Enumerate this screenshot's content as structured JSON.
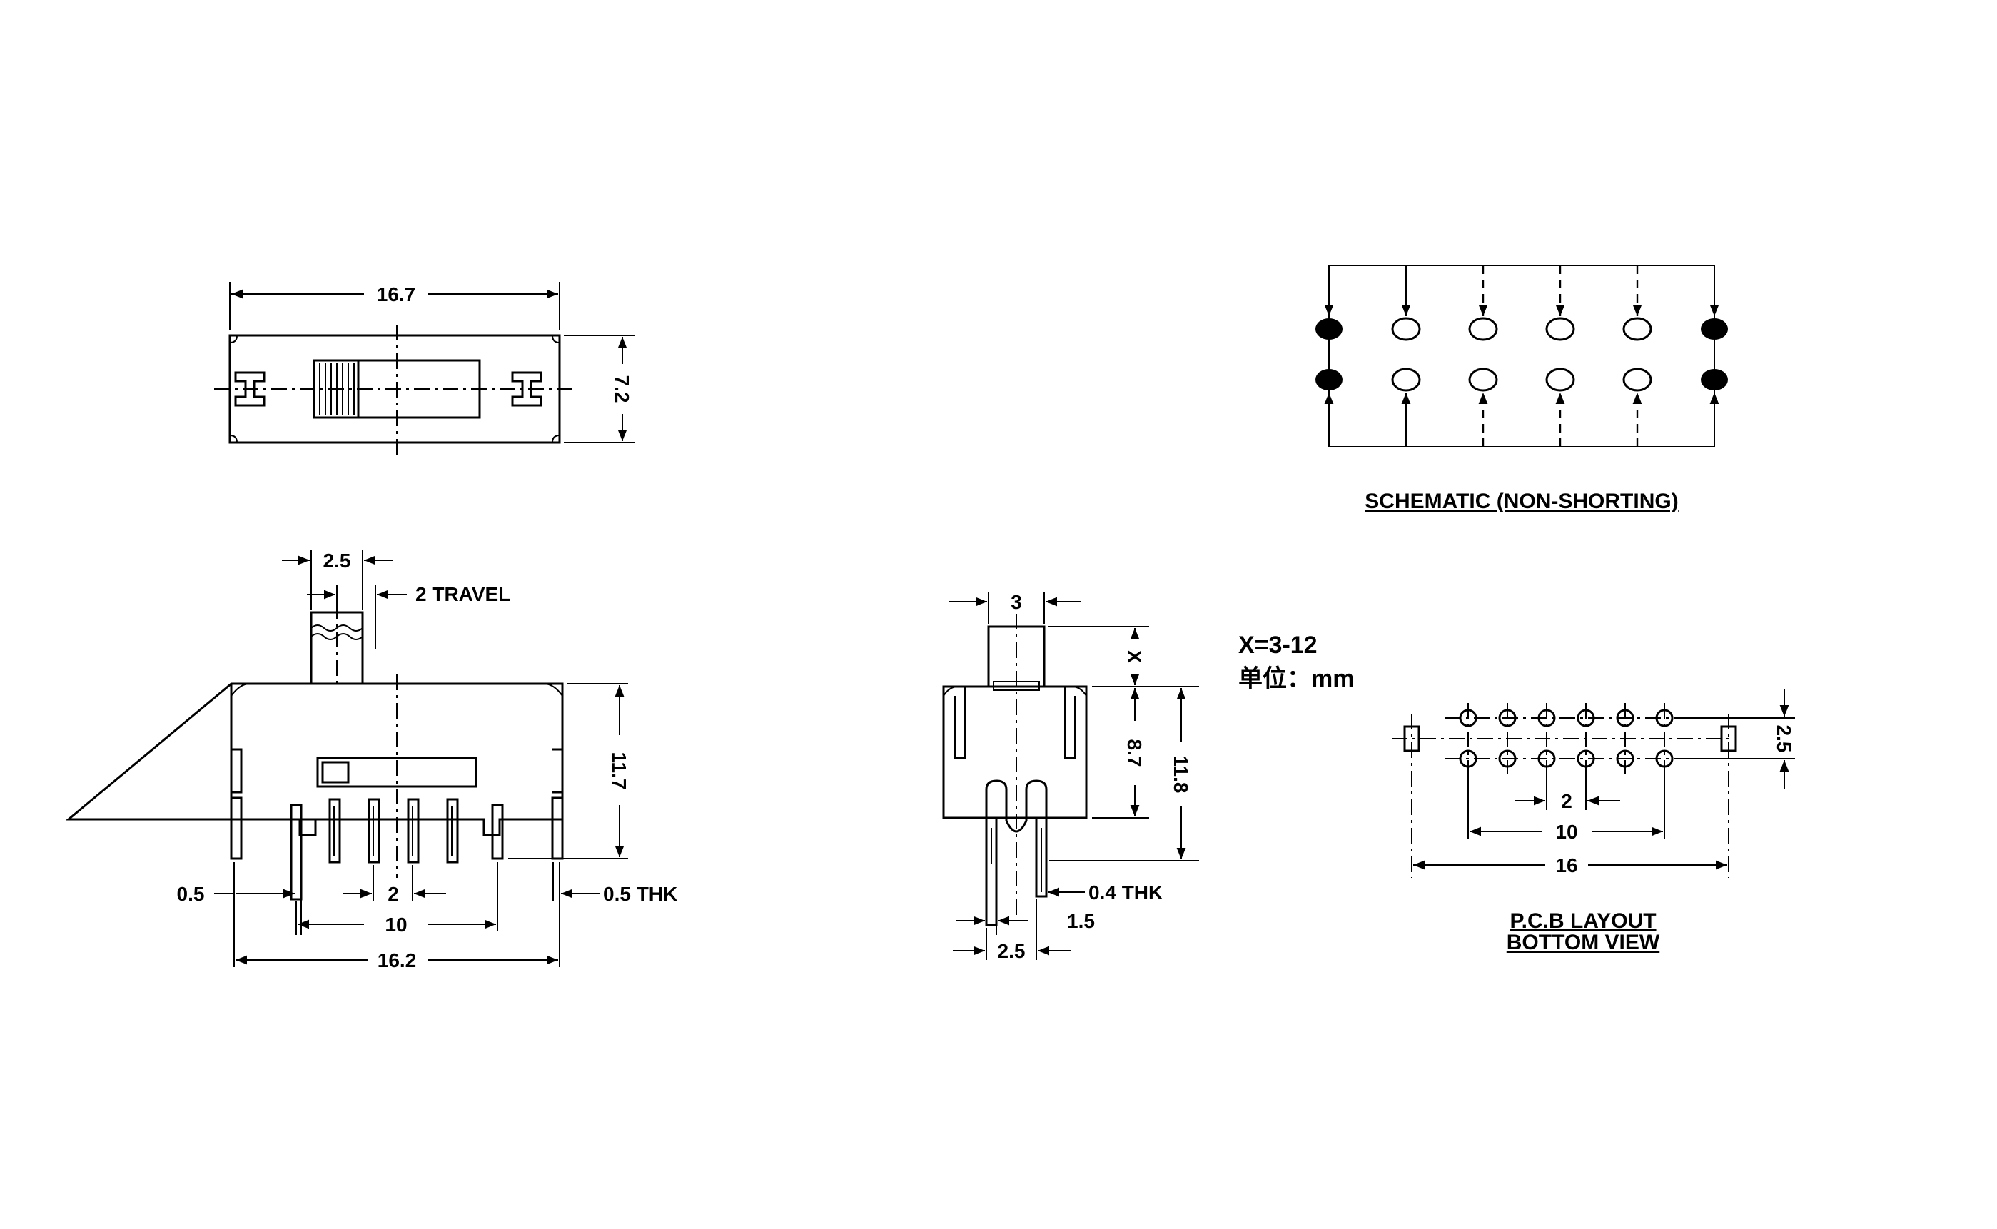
{
  "top_view": {
    "width_label": "16.7",
    "height_label": "7.2"
  },
  "front_view": {
    "actuator_label": "2.5",
    "travel_label": "2 TRAVEL",
    "height_label": "11.7",
    "pin_width_label": "0.5",
    "thickness_label": "0.5 THK",
    "pitch_label": "2",
    "span_label": "10",
    "overall_label": "16.2"
  },
  "side_view": {
    "actuator_label": "3",
    "x_label": "X",
    "body_label": "8.7",
    "total_label": "11.8",
    "thickness_label": "0.4 THK",
    "offset_label": "1.5",
    "pitch_label": "2.5"
  },
  "notes": {
    "x_range": "X=3-12",
    "unit": "单位：mm"
  },
  "schematic": {
    "caption": "SCHEMATIC (NON-SHORTING)",
    "columns": 6,
    "rows": 2,
    "filled_columns": [
      0,
      5
    ]
  },
  "pcb_layout": {
    "caption_line1": "P.C.B LAYOUT",
    "caption_line2": "BOTTOM VIEW",
    "pitch_label": "2",
    "span_label": "10",
    "overall_label": "16",
    "row_gap_label": "2.5"
  }
}
